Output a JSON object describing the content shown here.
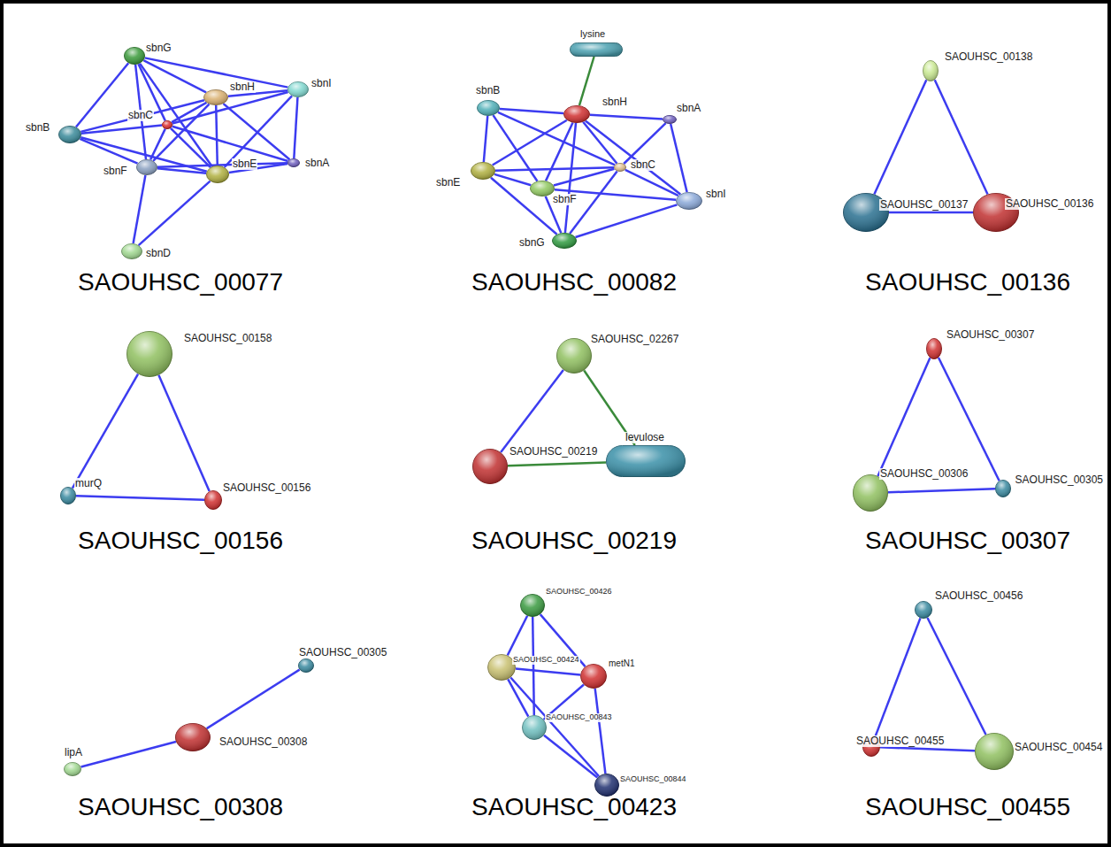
{
  "diagram": {
    "nodes": [
      {
        "text": [
          "sbnG"
        ]
      },
      {
        "text": [
          "sbnH"
        ]
      },
      {
        "text": [
          "sbnI"
        ]
      },
      {
        "text": [
          "sbnB"
        ]
      },
      {
        "text": [
          "sbnC"
        ]
      },
      {
        "text": [
          "sbnF"
        ]
      },
      {
        "text": [
          "sbnE"
        ]
      },
      {
        "text": [
          "sbnA"
        ]
      },
      {
        "text": [
          "sbnD"
        ]
      },
      {
        "text": [
          "lysine"
        ]
      },
      {
        "text": [
          "sbnB"
        ]
      },
      {
        "text": [
          "sbnH"
        ]
      },
      {
        "text": [
          "sbnA"
        ]
      },
      {
        "text": [
          "sbnC"
        ]
      },
      {
        "text": [
          "sbnE"
        ]
      },
      {
        "text": [
          "sbnF"
        ]
      },
      {
        "text": [
          "sbnI"
        ]
      },
      {
        "text": [
          "sbnG"
        ]
      },
      {
        "text": [
          "SAOUHSC_00138"
        ]
      },
      {
        "text": [
          "SAOUHSC_00137"
        ]
      },
      {
        "text": [
          "SAOUHSC_00136"
        ]
      },
      {
        "text": [
          "SAOUHSC_00158"
        ]
      },
      {
        "text": [
          "murQ"
        ]
      },
      {
        "text": [
          "SAOUHSC_00156"
        ]
      },
      {
        "text": [
          "SAOUHSC_02267"
        ]
      },
      {
        "text": [
          "SAOUHSC_00219"
        ]
      },
      {
        "text": [
          "levulose"
        ]
      },
      {
        "text": [
          "SAOUHSC_00307"
        ]
      },
      {
        "text": [
          "SAOUHSC_00306"
        ]
      },
      {
        "text": [
          "SAOUHSC_00305"
        ]
      },
      {
        "text": [
          "SAOUHSC_00305"
        ]
      },
      {
        "text": [
          "SAOUHSC_00308"
        ]
      },
      {
        "text": [
          "lipA"
        ]
      },
      {
        "text": [
          "SAOUHSC_00426"
        ]
      },
      {
        "text": [
          "SAOUHSC_00424"
        ]
      },
      {
        "text": [
          "metN1"
        ]
      },
      {
        "text": [
          "SAOUHSC_00843"
        ]
      },
      {
        "text": [
          "SAOUHSC_00844"
        ]
      },
      {
        "text": [
          "SAOUHSC_00456"
        ]
      },
      {
        "text": [
          "SAOUHSC_00455"
        ]
      },
      {
        "text": [
          "SAOUHSC_00454"
        ]
      }
    ],
    "edges": [
      {
        "from": 0,
        "to": 1,
        "arrow": "none"
      },
      {
        "from": 0,
        "to": 2,
        "arrow": "none"
      },
      {
        "from": 0,
        "to": 3,
        "arrow": "none"
      },
      {
        "from": 0,
        "to": 4,
        "arrow": "none"
      },
      {
        "from": 0,
        "to": 5,
        "arrow": "none"
      },
      {
        "from": 0,
        "to": 6,
        "arrow": "none"
      },
      {
        "from": 1,
        "to": 2,
        "arrow": "none"
      },
      {
        "from": 1,
        "to": 4,
        "arrow": "none"
      },
      {
        "from": 1,
        "to": 5,
        "arrow": "none"
      },
      {
        "from": 1,
        "to": 6,
        "arrow": "none"
      },
      {
        "from": 1,
        "to": 7,
        "arrow": "none"
      },
      {
        "from": 1,
        "to": 3,
        "arrow": "none"
      },
      {
        "from": 2,
        "to": 6,
        "arrow": "none"
      },
      {
        "from": 2,
        "to": 7,
        "arrow": "none"
      },
      {
        "from": 2,
        "to": 4,
        "arrow": "none"
      },
      {
        "from": 3,
        "to": 4,
        "arrow": "none"
      },
      {
        "from": 3,
        "to": 5,
        "arrow": "none"
      },
      {
        "from": 3,
        "to": 6,
        "arrow": "none"
      },
      {
        "from": 4,
        "to": 5,
        "arrow": "none"
      },
      {
        "from": 4,
        "to": 6,
        "arrow": "none"
      },
      {
        "from": 4,
        "to": 7,
        "arrow": "none"
      },
      {
        "from": 5,
        "to": 6,
        "arrow": "none"
      },
      {
        "from": 5,
        "to": 7,
        "arrow": "none"
      },
      {
        "from": 5,
        "to": 8,
        "arrow": "none"
      },
      {
        "from": 6,
        "to": 7,
        "arrow": "none"
      },
      {
        "from": 6,
        "to": 8,
        "arrow": "none"
      },
      {
        "from": 9,
        "to": 11,
        "arrow": "none"
      },
      {
        "from": 10,
        "to": 11,
        "arrow": "none"
      },
      {
        "from": 10,
        "to": 14,
        "arrow": "none"
      },
      {
        "from": 10,
        "to": 15,
        "arrow": "none"
      },
      {
        "from": 10,
        "to": 13,
        "arrow": "none"
      },
      {
        "from": 11,
        "to": 12,
        "arrow": "none"
      },
      {
        "from": 11,
        "to": 13,
        "arrow": "none"
      },
      {
        "from": 11,
        "to": 14,
        "arrow": "none"
      },
      {
        "from": 11,
        "to": 15,
        "arrow": "none"
      },
      {
        "from": 11,
        "to": 17,
        "arrow": "none"
      },
      {
        "from": 11,
        "to": 16,
        "arrow": "none"
      },
      {
        "from": 12,
        "to": 13,
        "arrow": "none"
      },
      {
        "from": 12,
        "to": 16,
        "arrow": "none"
      },
      {
        "from": 13,
        "to": 14,
        "arrow": "none"
      },
      {
        "from": 13,
        "to": 15,
        "arrow": "none"
      },
      {
        "from": 13,
        "to": 17,
        "arrow": "none"
      },
      {
        "from": 13,
        "to": 16,
        "arrow": "none"
      },
      {
        "from": 14,
        "to": 15,
        "arrow": "none"
      },
      {
        "from": 14,
        "to": 17,
        "arrow": "none"
      },
      {
        "from": 15,
        "to": 17,
        "arrow": "none"
      },
      {
        "from": 15,
        "to": 16,
        "arrow": "none"
      },
      {
        "from": 17,
        "to": 16,
        "arrow": "none"
      },
      {
        "from": 18,
        "to": 19,
        "arrow": "none"
      },
      {
        "from": 18,
        "to": 20,
        "arrow": "none"
      },
      {
        "from": 19,
        "to": 20,
        "arrow": "none"
      },
      {
        "from": 21,
        "to": 22,
        "arrow": "none"
      },
      {
        "from": 21,
        "to": 23,
        "arrow": "none"
      },
      {
        "from": 22,
        "to": 23,
        "arrow": "none"
      },
      {
        "from": 24,
        "to": 25,
        "arrow": "none"
      },
      {
        "from": 24,
        "to": 26,
        "arrow": "none"
      },
      {
        "from": 25,
        "to": 26,
        "arrow": "none"
      },
      {
        "from": 27,
        "to": 28,
        "arrow": "none"
      },
      {
        "from": 27,
        "to": 29,
        "arrow": "none"
      },
      {
        "from": 28,
        "to": 29,
        "arrow": "none"
      },
      {
        "from": 31,
        "to": 30,
        "arrow": "none"
      },
      {
        "from": 31,
        "to": 32,
        "arrow": "none"
      },
      {
        "from": 33,
        "to": 34,
        "arrow": "none"
      },
      {
        "from": 33,
        "to": 35,
        "arrow": "none"
      },
      {
        "from": 33,
        "to": 36,
        "arrow": "none"
      },
      {
        "from": 34,
        "to": 35,
        "arrow": "none"
      },
      {
        "from": 34,
        "to": 36,
        "arrow": "none"
      },
      {
        "from": 34,
        "to": 37,
        "arrow": "none"
      },
      {
        "from": 35,
        "to": 36,
        "arrow": "none"
      },
      {
        "from": 35,
        "to": 37,
        "arrow": "none"
      },
      {
        "from": 36,
        "to": 37,
        "arrow": "none"
      },
      {
        "from": 38,
        "to": 39,
        "arrow": "none"
      },
      {
        "from": 38,
        "to": 40,
        "arrow": "none"
      },
      {
        "from": 39,
        "to": 40,
        "arrow": "none"
      }
    ],
    "labels": [
      "SAOUHSC_00077",
      "SAOUHSC_00082",
      "SAOUHSC_00136",
      "SAOUHSC_00156",
      "SAOUHSC_00219",
      "SAOUHSC_00307",
      "SAOUHSC_00308",
      "SAOUHSC_00423",
      "SAOUHSC_00455"
    ]
  }
}
